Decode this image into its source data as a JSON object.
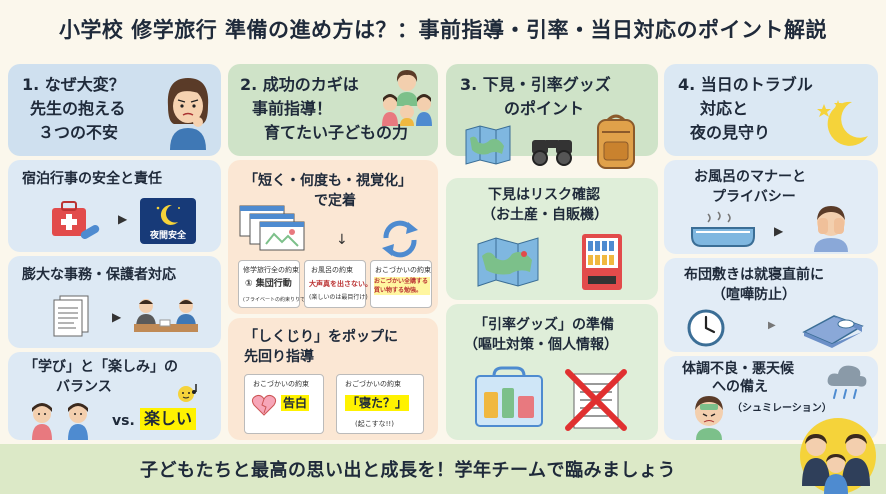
{
  "title": "小学校 修学旅行 準備の進め方は？：事前指導・引率・当日対応のポイント解説",
  "col1": {
    "header": [
      "1. なぜ大変？",
      "先生の抱える",
      "３つの不安"
    ],
    "card1": {
      "label": "宿泊行事の安全と責任",
      "badge": "夜間安全"
    },
    "card2": {
      "label": "膨大な事務・保護者対応"
    },
    "card3": {
      "line1": "「学び」と「楽しみ」の",
      "line2": "バランス",
      "vs": "vs.",
      "fun": "楽しい"
    }
  },
  "col2": {
    "header": [
      "2. 成功のカギは",
      "事前指導！",
      "育てたい子どもの力"
    ],
    "card1": {
      "line1": "「短く・何度も・視覚化」",
      "line2": "で定着",
      "notes": [
        {
          "title": "修学旅行全の約束",
          "main": "① 集団行動",
          "sub": "(フライベートの約束りりでない)"
        },
        {
          "title": "お風呂の約束",
          "main": "大声真を出さない。",
          "sub": "(楽しいのは最目行け)"
        },
        {
          "title": "おこづかいの約束",
          "main": "おこづかい全購する質い物する勉強。",
          "sub": ""
        }
      ]
    },
    "card2": {
      "line1": "「しくじり」をポップに",
      "line2": "先回り指導",
      "notes": [
        {
          "title": "おこづかいの約束",
          "main": "告白",
          "sub": ""
        },
        {
          "title": "おごづかいの約束",
          "main": "「寝た？」",
          "sub": "(起こすな!!)"
        }
      ]
    }
  },
  "col3": {
    "header": [
      "3. 下見・引率グッズ",
      "のポイント"
    ],
    "card1": {
      "line1": "下見はリスク確認",
      "line2": "（お土産・自販機）"
    },
    "card2": {
      "line1": "「引率グッズ」の準備",
      "line2": "（嘔吐対策・個人情報）"
    }
  },
  "col4": {
    "header": [
      "4. 当日のトラブル",
      "対応と",
      "夜の見守り"
    ],
    "card1": {
      "line1": "お風呂のマナーと",
      "line2": "プライバシー"
    },
    "card2": {
      "line1": "布団敷きは就寝直前に",
      "line2": "（喧嘩防止）"
    },
    "card3": {
      "line1": "体調不良・悪天候",
      "line2": "への備え",
      "line3": "（シュミレーション）"
    }
  },
  "footer": "子どもたちと最高の思い出と成長を！学年チームで臨みましょう",
  "colors": {
    "blue": "#cfe0ef",
    "green": "#cfe3c8",
    "orange": "#f8dcc2",
    "footer": "#dce9c7",
    "yellow": "#fff200"
  }
}
